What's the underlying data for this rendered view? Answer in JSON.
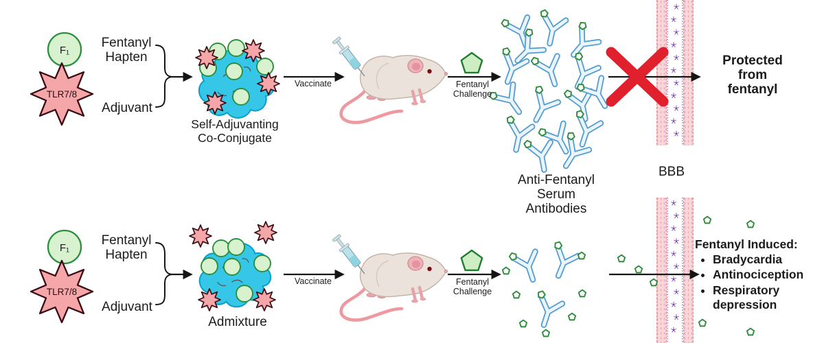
{
  "labels": {
    "f1": "F₁",
    "tlr": "TLR7/8",
    "hapten": [
      "Fentanyl",
      "Hapten"
    ],
    "adjuvant": "Adjuvant",
    "conjugate": [
      "Self-Adjuvanting",
      "Co-Conjugate"
    ],
    "admixture": "Admixture",
    "vaccinate": "Vaccinate",
    "challenge": [
      "Fentanyl",
      "Challenge"
    ],
    "serum_antibodies": [
      "Anti-Fentanyl",
      "Serum",
      "Antibodies"
    ],
    "bbb": "BBB",
    "protected": [
      "Protected",
      "from",
      "fentanyl"
    ],
    "induced": {
      "title": "Fentanyl Induced:",
      "bullets": [
        "Bradycardia",
        "Antinociception",
        "Respiratory depression"
      ]
    }
  },
  "colors": {
    "hapten_fill": "#d8f1cf",
    "hapten_stroke": "#2a8f3d",
    "adjuvant_fill": "#f4a6a9",
    "adjuvant_stroke": "#3a0d12",
    "carrier_fill": "#35c6e8",
    "carrier_stroke": "#089fc9",
    "fentanyl_fill": "#cdeec3",
    "fentanyl_stroke": "#1f7d31",
    "free_fentanyl_fill": "#fdfffd",
    "free_fentanyl_stroke": "#2e8b3a",
    "antibody_stroke": "#4f9ad0",
    "antibody_fill": "#e9f4fc",
    "block_x": "#e1202e",
    "bbb_band": "#f8d6da",
    "bbb_cell": "#7b3fb5",
    "arrow": "#151515",
    "text": "#1b1b1b"
  },
  "icons": [
    "hapten-circle",
    "adjuvant-star",
    "carrier-blob",
    "syringe",
    "mouse",
    "fentanyl-pentagon",
    "antibody",
    "blocked-x-mark",
    "bbb-membrane"
  ]
}
